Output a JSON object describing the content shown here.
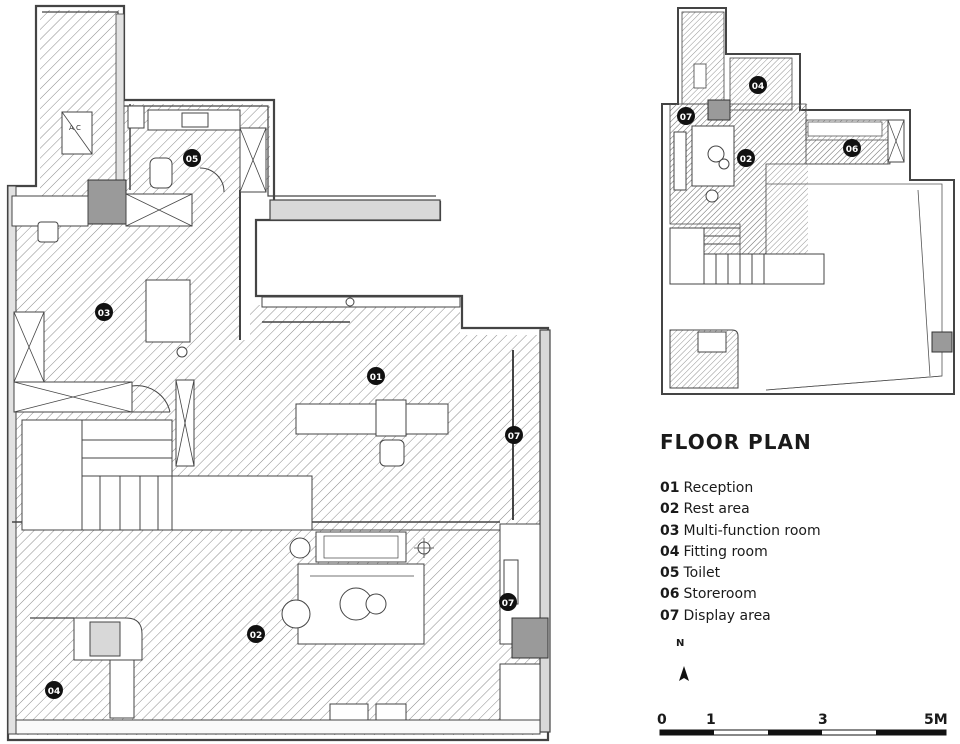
{
  "legend": {
    "title": "FLOOR PLAN",
    "items": [
      {
        "code": "01",
        "label": "Reception"
      },
      {
        "code": "02",
        "label": "Rest area"
      },
      {
        "code": "03",
        "label": "Multi-function room"
      },
      {
        "code": "04",
        "label": "Fitting room"
      },
      {
        "code": "05",
        "label": "Toilet"
      },
      {
        "code": "06",
        "label": "Storeroom"
      },
      {
        "code": "07",
        "label": "Display area"
      }
    ]
  },
  "north": "N",
  "scale": {
    "ticks": [
      "0",
      "1",
      "3",
      "5M"
    ]
  },
  "main_plan_markers": [
    "01",
    "02",
    "03",
    "04",
    "05",
    "07",
    "07"
  ],
  "upper_plan_markers": [
    "02",
    "04",
    "06",
    "07"
  ],
  "ac_unit_label": "A C"
}
